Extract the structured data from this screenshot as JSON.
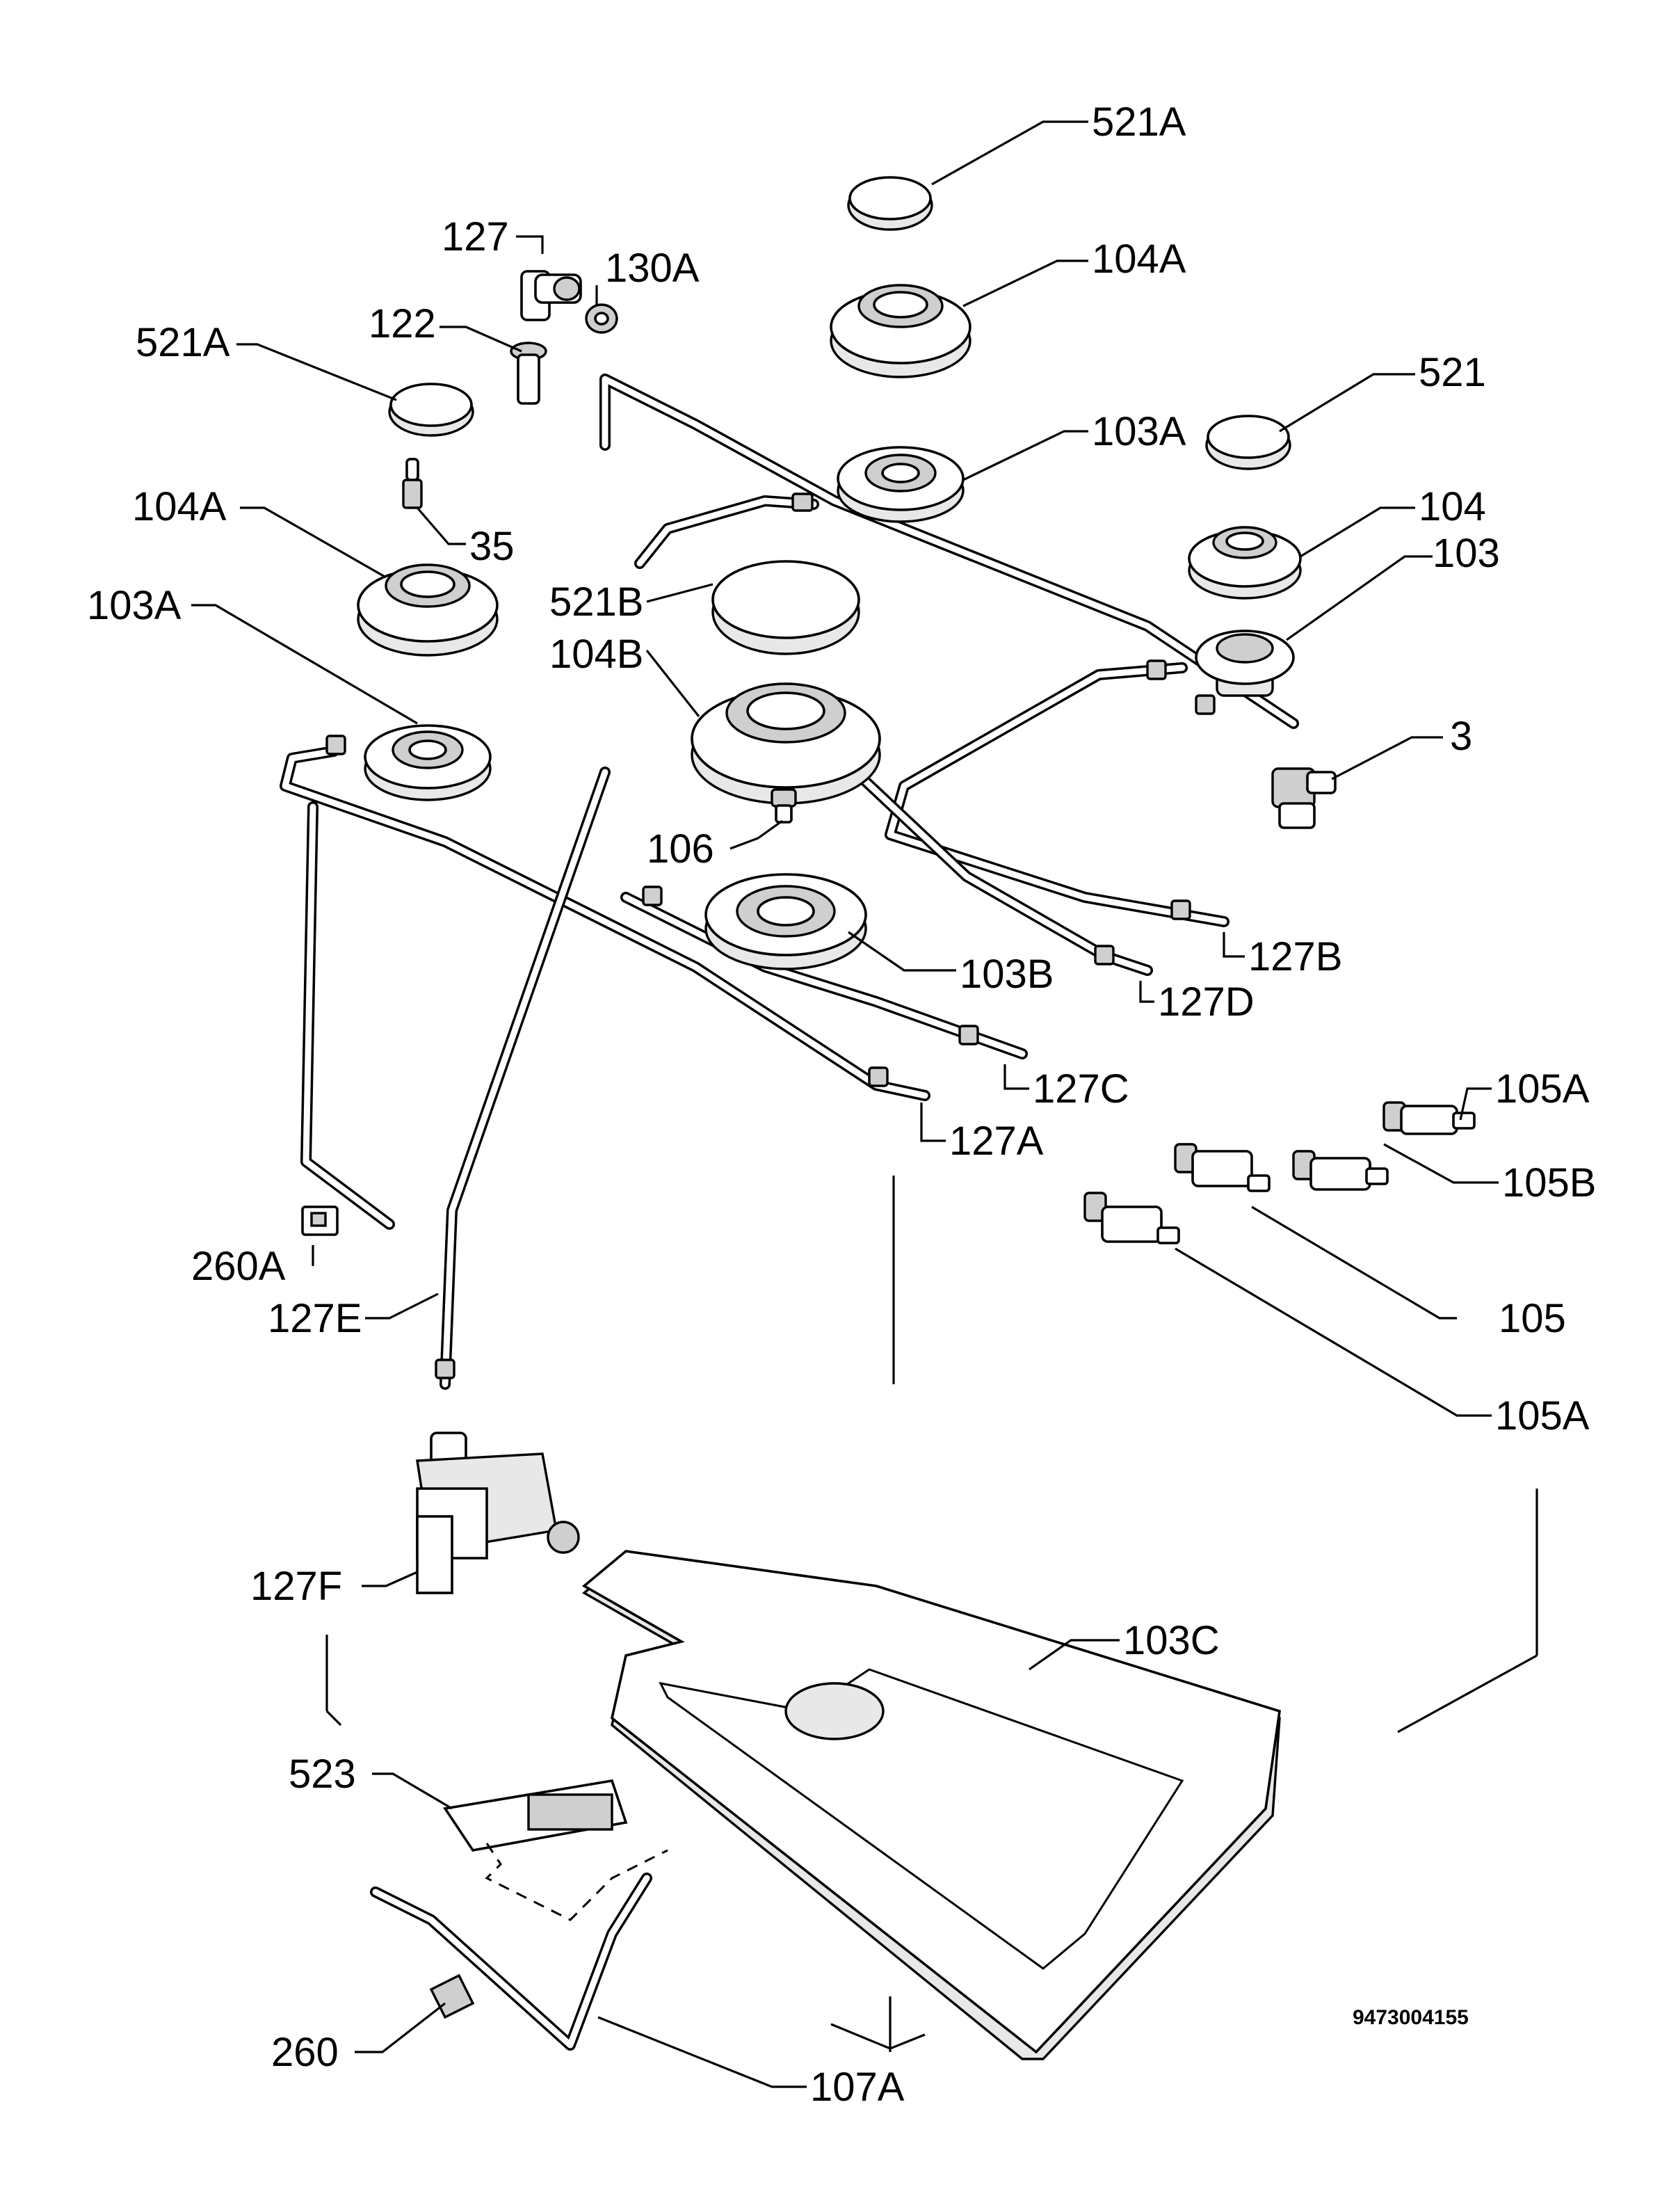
{
  "document_number": "9473004155",
  "labels": {
    "l_521A_top": "521A",
    "l_104A_top": "104A",
    "l_127_top": "127",
    "l_130A": "130A",
    "l_122": "122",
    "l_521A_left": "521A",
    "l_521_right": "521",
    "l_103A_mid": "103A",
    "l_104_right": "104",
    "l_103_right": "103",
    "l_104A_left": "104A",
    "l_35": "35",
    "l_521B": "521B",
    "l_104B": "104B",
    "l_103A_left": "103A",
    "l_3": "3",
    "l_106": "106",
    "l_127B": "127B",
    "l_103B": "103B",
    "l_127D": "127D",
    "l_105A_top": "105A",
    "l_127C": "127C",
    "l_105B": "105B",
    "l_127A": "127A",
    "l_105": "105",
    "l_260A": "260A",
    "l_105A_bottom": "105A",
    "l_127E": "127E",
    "l_127F": "127F",
    "l_103C": "103C",
    "l_523": "523",
    "l_260": "260",
    "l_107A": "107A"
  }
}
